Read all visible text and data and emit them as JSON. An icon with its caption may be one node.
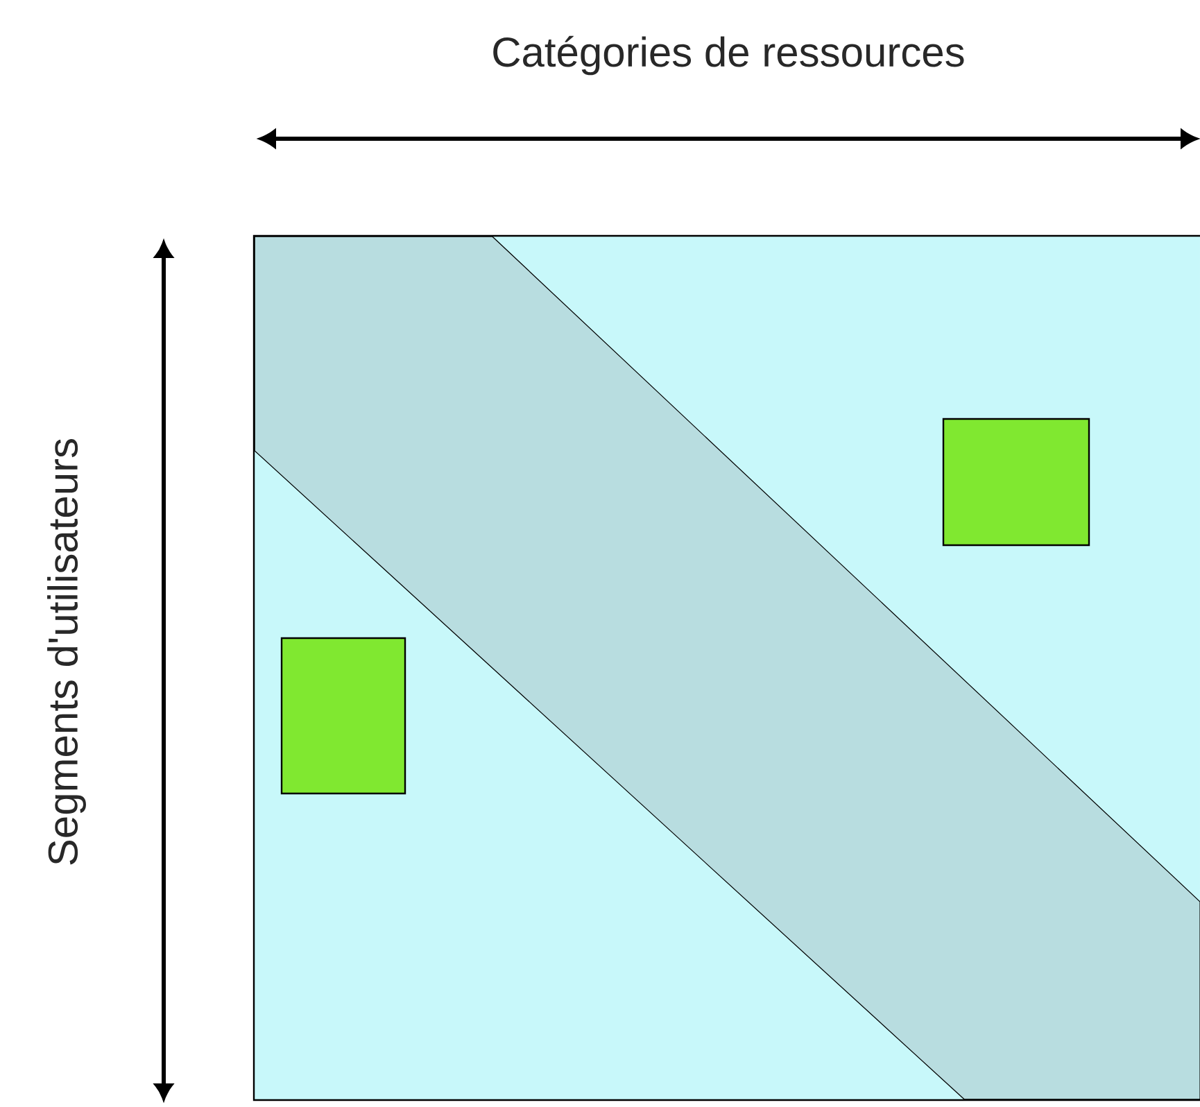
{
  "diagram": {
    "nodes": [
      {
        "text": [],
        "shape": "box"
      },
      {
        "text": [],
        "shape": "box"
      }
    ],
    "labels": [
      "Catégories de ressources",
      "Segments d'utilisateurs"
    ]
  }
}
